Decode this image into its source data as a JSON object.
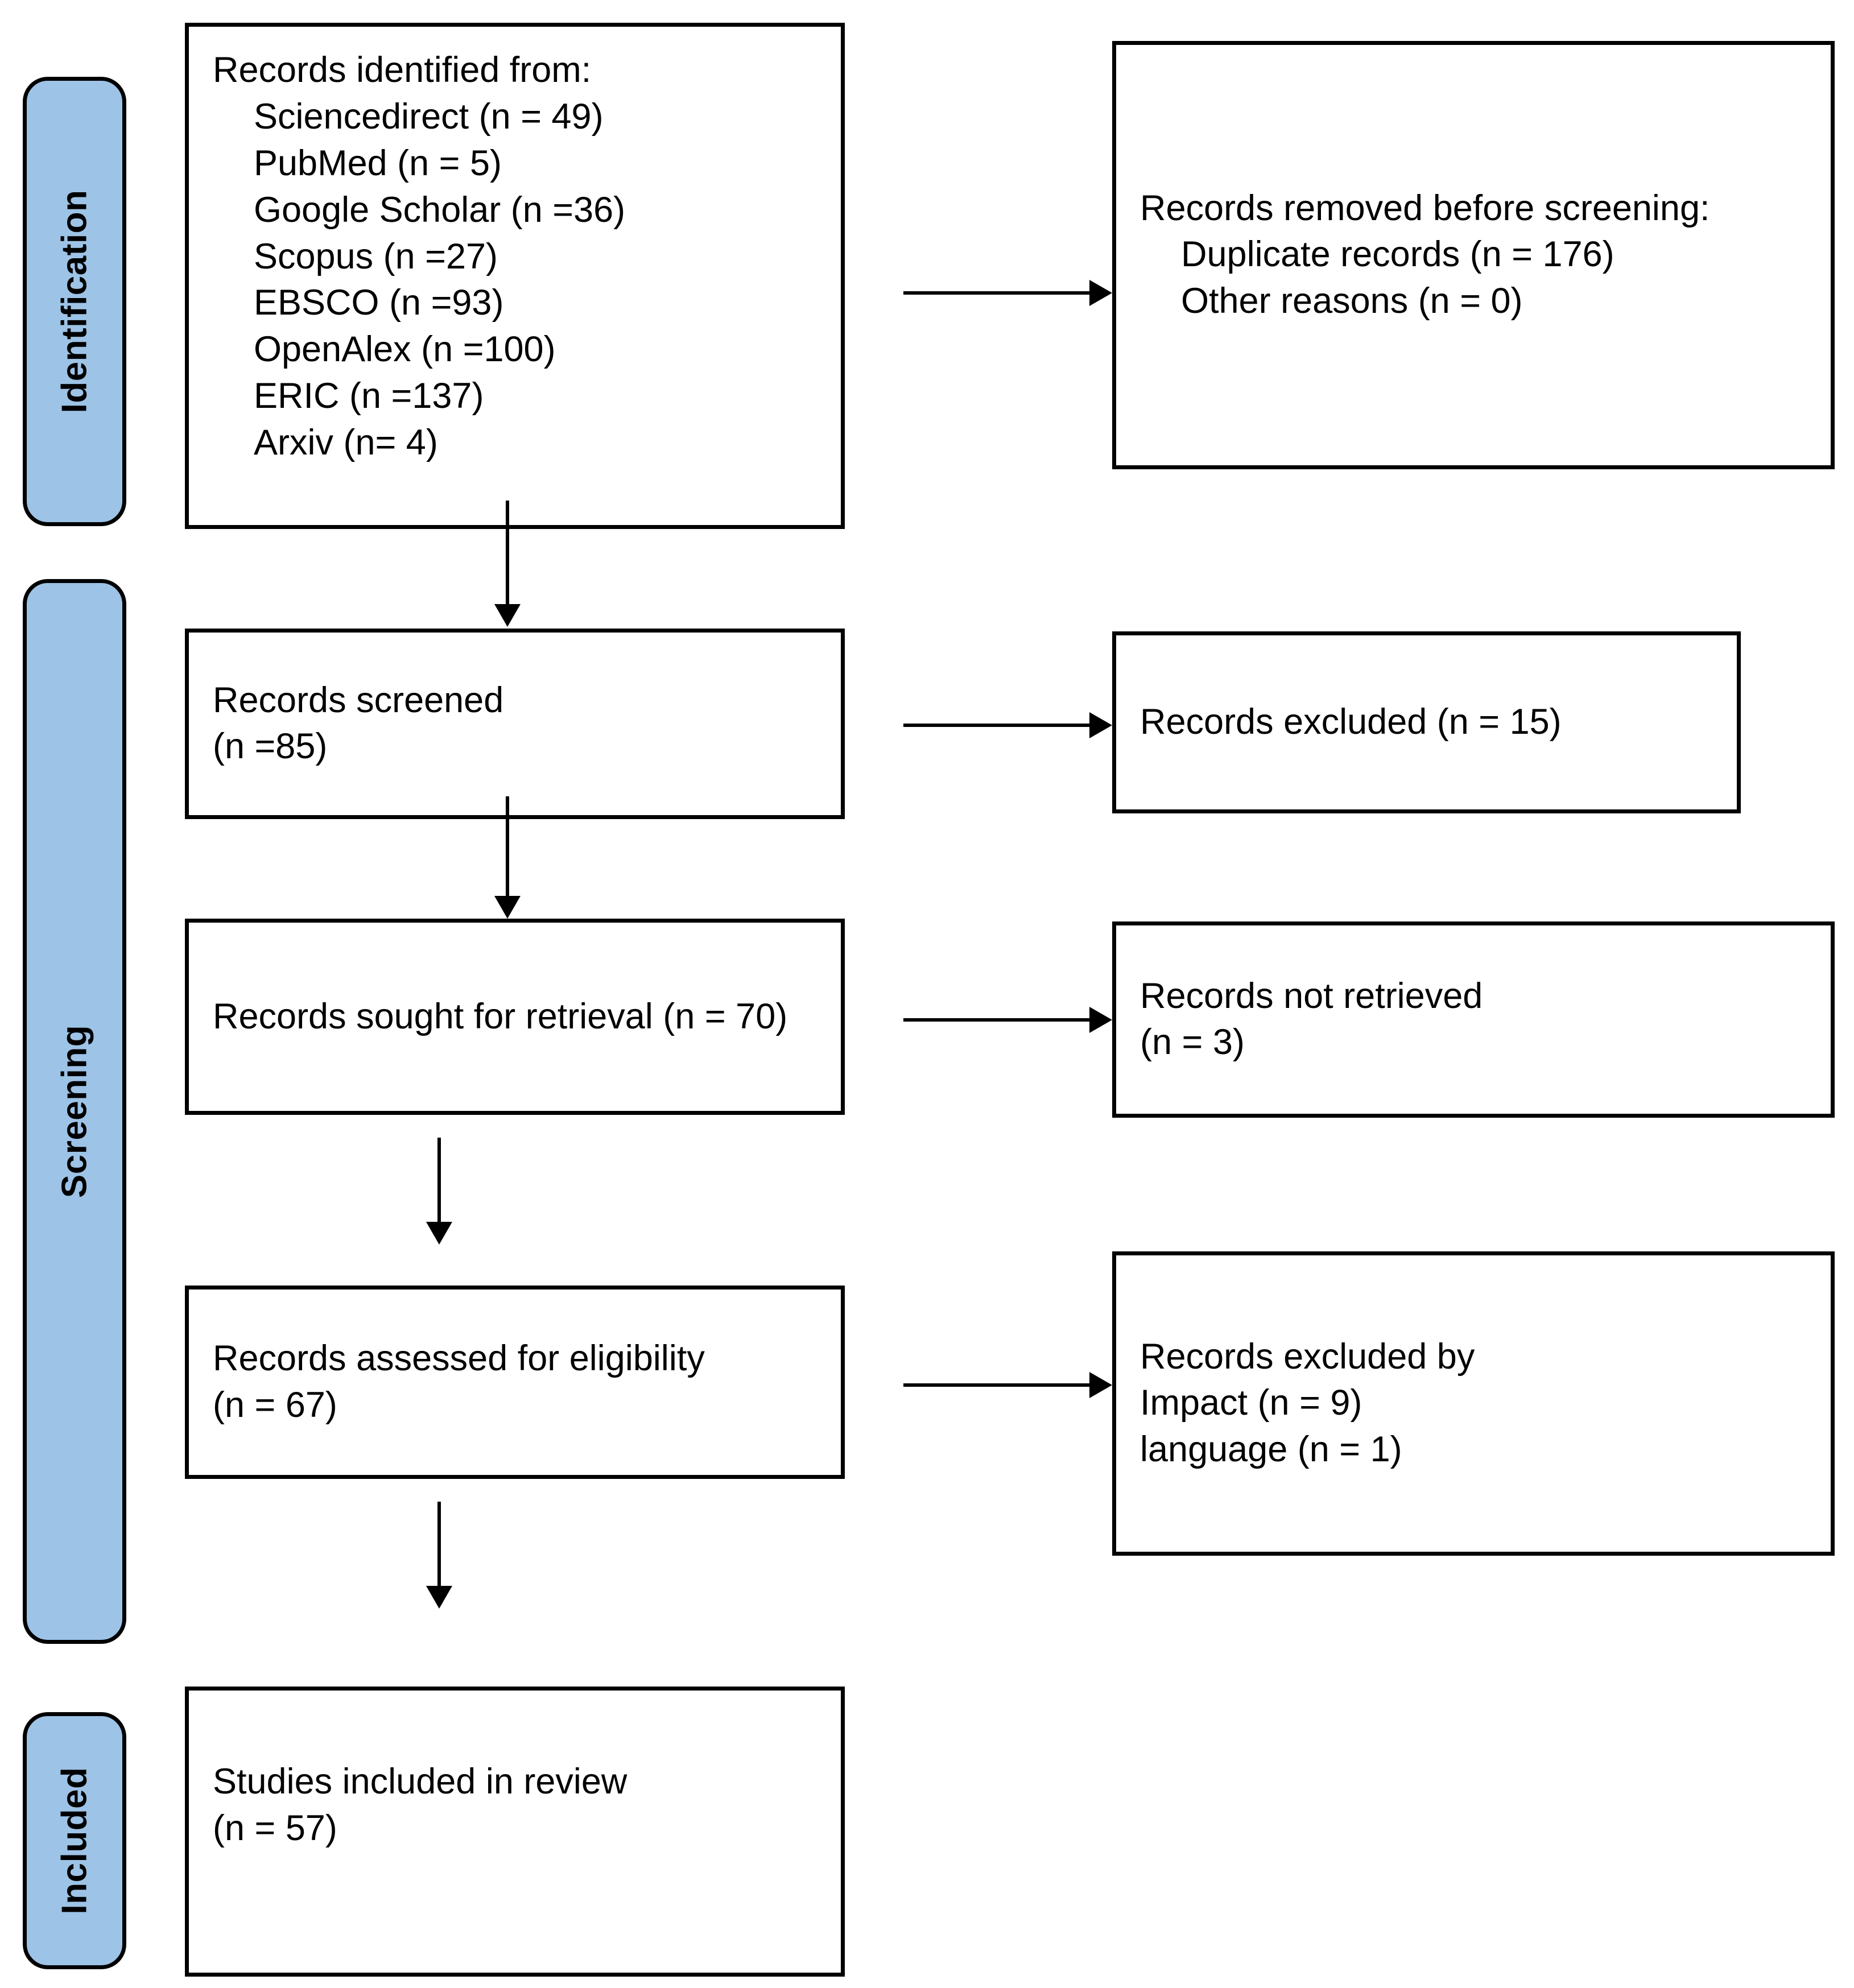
{
  "diagram": {
    "type": "prisma-flow-diagram",
    "accent_color": "#9dc3e6",
    "line_color": "#000000",
    "background": "#ffffff"
  },
  "stages": [
    {
      "id": "identification",
      "label": "Identification"
    },
    {
      "id": "screening",
      "label": "Screening"
    },
    {
      "id": "included",
      "label": "Included"
    }
  ],
  "boxes": {
    "identified": {
      "heading": "Records identified from:",
      "sources": [
        "Sciencedirect (n = 49)",
        "PubMed (n = 5)",
        "Google Scholar (n =36)",
        "Scopus (n =27)",
        "EBSCO (n =93)",
        "OpenAlex (n =100)",
        "ERIC (n =137)",
        "Arxiv (n= 4)"
      ]
    },
    "removed": {
      "heading": "Records removed before screening:",
      "reasons": [
        "Duplicate records (n = 176)",
        "Other reasons (n = 0)"
      ]
    },
    "screened": {
      "line1": "Records screened",
      "line2": "(n =85)"
    },
    "excluded_screening": {
      "line1": "Records excluded  (n = 15)"
    },
    "sought": {
      "line1": "Records sought for retrieval (n = 70)"
    },
    "not_retrieved": {
      "line1": "Records not retrieved",
      "line2": "(n = 3)"
    },
    "assessed": {
      "line1": "Records assessed for eligibility",
      "line2": "(n = 67)"
    },
    "excluded_eligibility": {
      "line1": "Records excluded by",
      "line2": "Impact (n = 9)",
      "line3": "language (n = 1)"
    },
    "included_studies": {
      "line1": "Studies included in review",
      "line2": "(n = 57)"
    }
  }
}
